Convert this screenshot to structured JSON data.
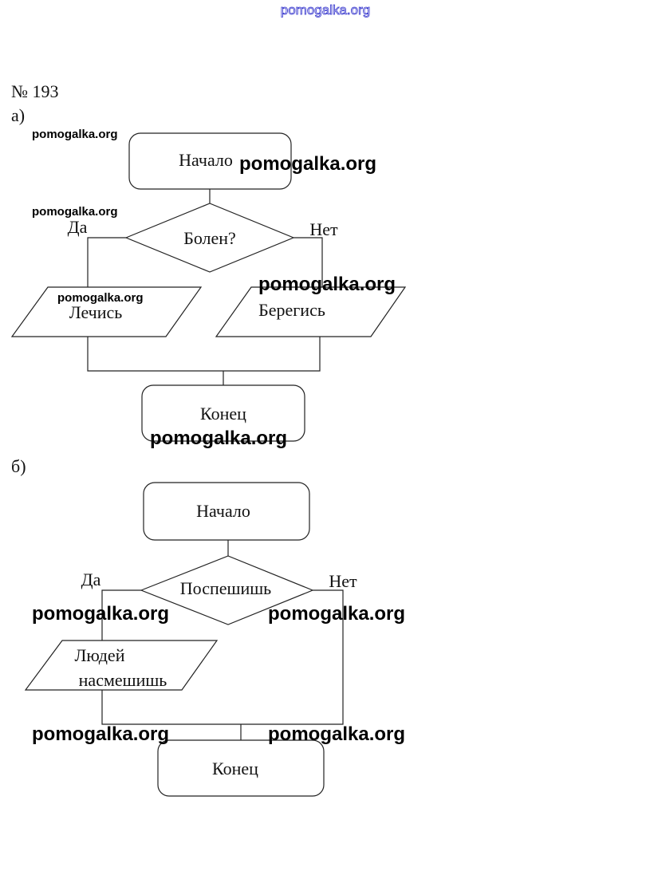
{
  "header_watermark": "pomogalka.org",
  "problem_number": "№ 193",
  "watermark": "pomogalka.org",
  "part_a": {
    "label": "а)",
    "start": "Начало",
    "condition": "Болен?",
    "yes": "Да",
    "no": "Нет",
    "yes_action": "Лечись",
    "no_action": "Берегись",
    "end": "Конец"
  },
  "part_b": {
    "label": "б)",
    "start": "Начало",
    "condition": "Поспешишь",
    "yes": "Да",
    "no": "Нет",
    "yes_action_line1": "Людей",
    "yes_action_line2": "насмешишь",
    "end": "Конец"
  }
}
